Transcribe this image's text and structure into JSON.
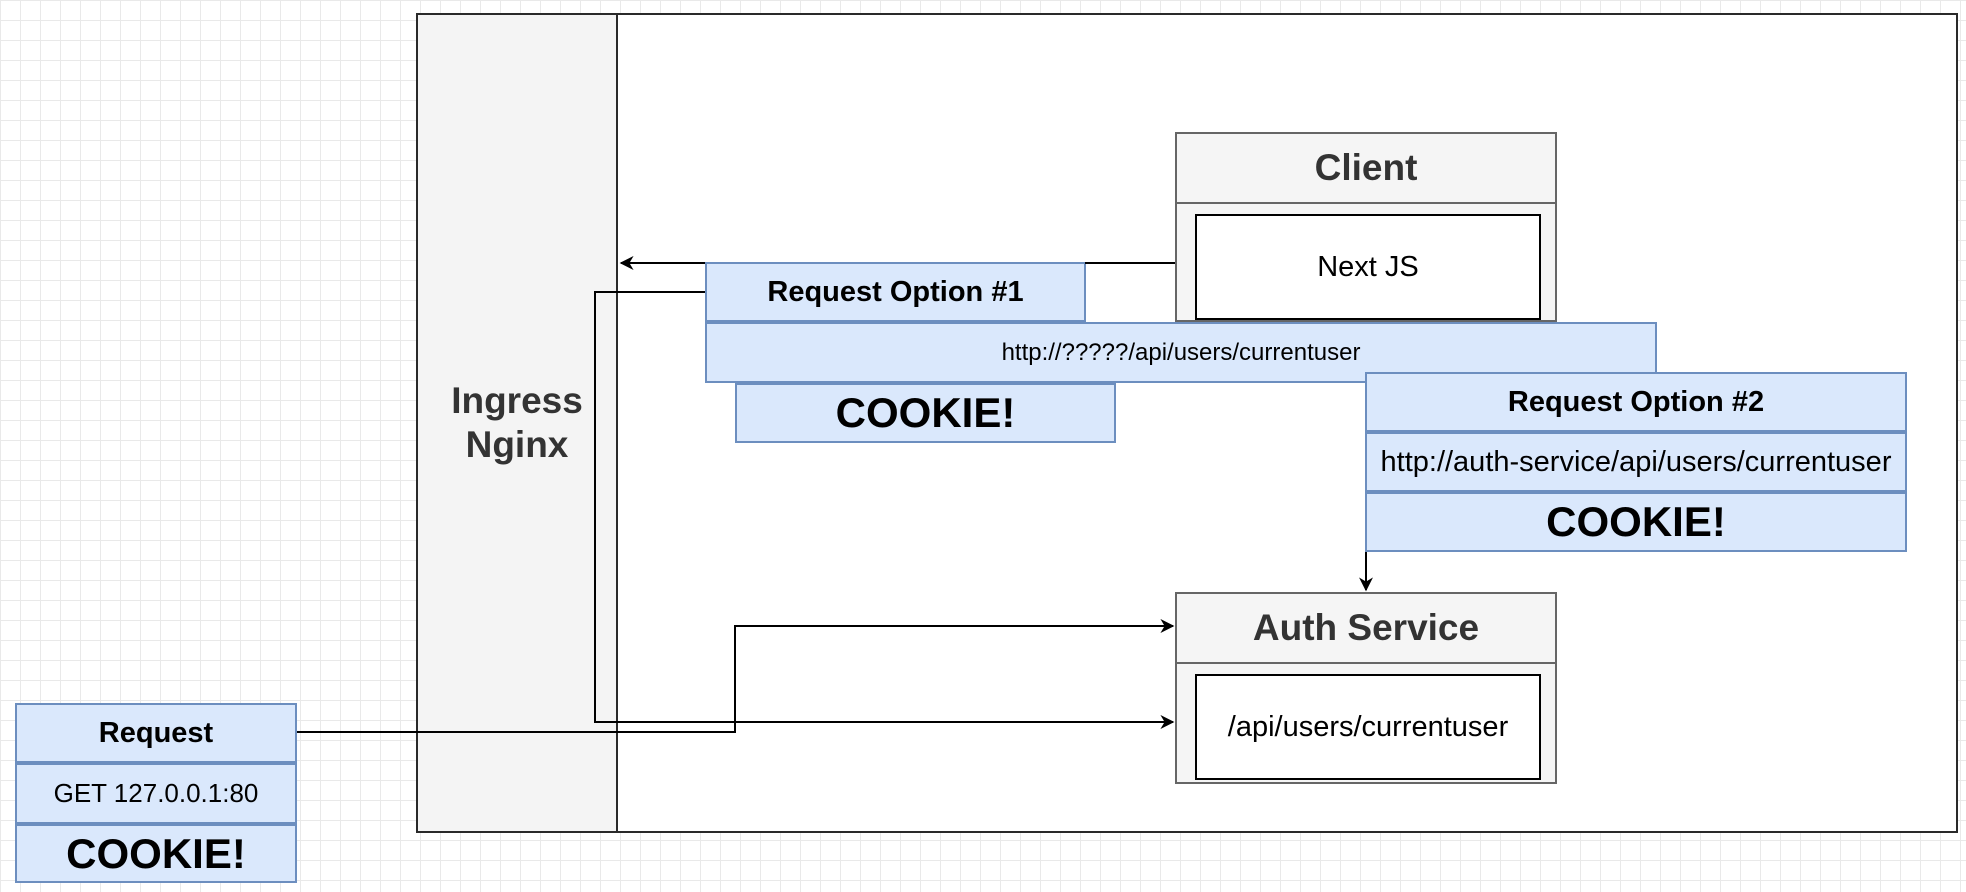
{
  "colors": {
    "note_fill": "#dae8fc",
    "note_border": "#6c8ebf",
    "container_fill": "#f5f5f5",
    "container_border": "#666666",
    "ingress_fill": "#f4f4f4",
    "line": "#000000"
  },
  "ingress": {
    "label_line1": "Ingress",
    "label_line2": "Nginx"
  },
  "client": {
    "title": "Client",
    "inner": "Next JS"
  },
  "auth": {
    "title": "Auth Service",
    "inner": "/api/users/currentuser"
  },
  "request_option_1": {
    "title": "Request Option #1",
    "url": "http://?????/api/users/currentuser",
    "cookie": "COOKIE!"
  },
  "request_option_2": {
    "title": "Request Option #2",
    "url": "http://auth-service/api/users/currentuser",
    "cookie": "COOKIE!"
  },
  "request": {
    "title": "Request",
    "method_url": "GET 127.0.0.1:80",
    "cookie": "COOKIE!"
  }
}
